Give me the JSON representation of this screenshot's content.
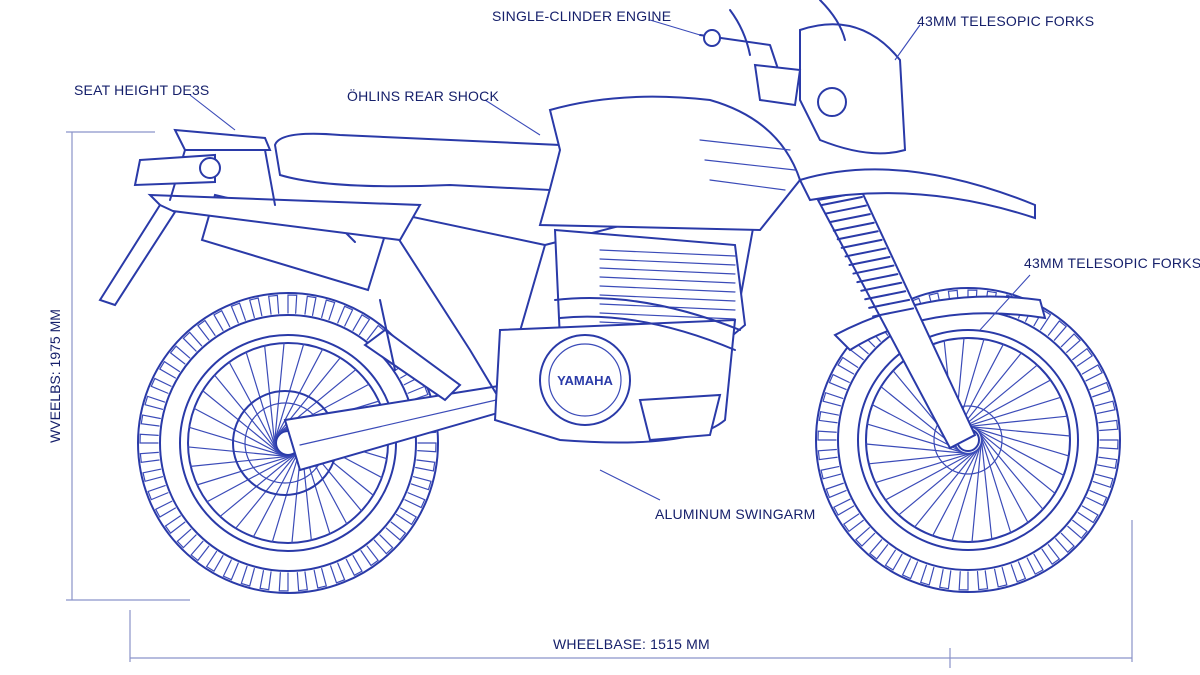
{
  "callouts": {
    "engine": "SINGLE-CLINDER ENGINE",
    "forks_top": "43MM TELESOPIC FORKS",
    "seat_height": "SEAT HEIGHT DE3S",
    "rear_shock": "ÖHLINS REAR SHOCK",
    "forks_side": "43MM TELESOPIC FORKS",
    "swingarm": "ALUMINUM SWINGARM"
  },
  "dimensions": {
    "wheelbase": "WHEELBASE: 1515 MM",
    "vertical": "WVEELBS: 1975 MM"
  },
  "branding": {
    "engine_cover": "YAMAHA"
  },
  "colors": {
    "ink": "#2a3aa8",
    "label": "#16206b",
    "dimension": "#8a93c9"
  }
}
